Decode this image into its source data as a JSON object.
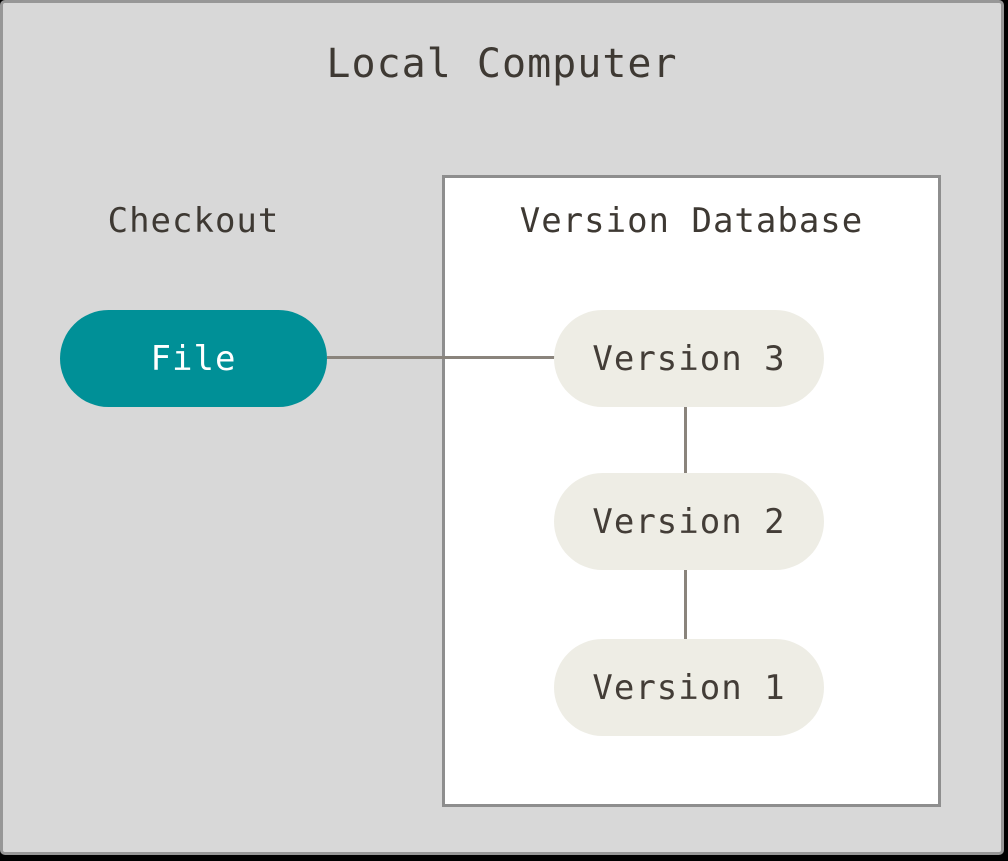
{
  "diagram": {
    "title": "Local Computer",
    "checkout": {
      "label": "Checkout",
      "file_node_label": "File"
    },
    "version_database": {
      "title": "Version Database",
      "versions": [
        {
          "label": "Version 3"
        },
        {
          "label": "Version 2"
        },
        {
          "label": "Version 1"
        }
      ]
    },
    "connections": [
      "File - Version 3",
      "Version 3 - Version 2",
      "Version 2 - Version 1"
    ],
    "colors": {
      "panel_background": "#D8D8D8",
      "panel_border": "#979797",
      "box_background": "#FFFFFF",
      "box_border": "#8E8E8E",
      "file_node_fill": "#009097",
      "file_node_text": "#FFFFFF",
      "version_node_fill": "#EEEDE5",
      "text_dark": "#3E3933",
      "connector": "#8A847C",
      "outer_background": "#000000"
    }
  }
}
